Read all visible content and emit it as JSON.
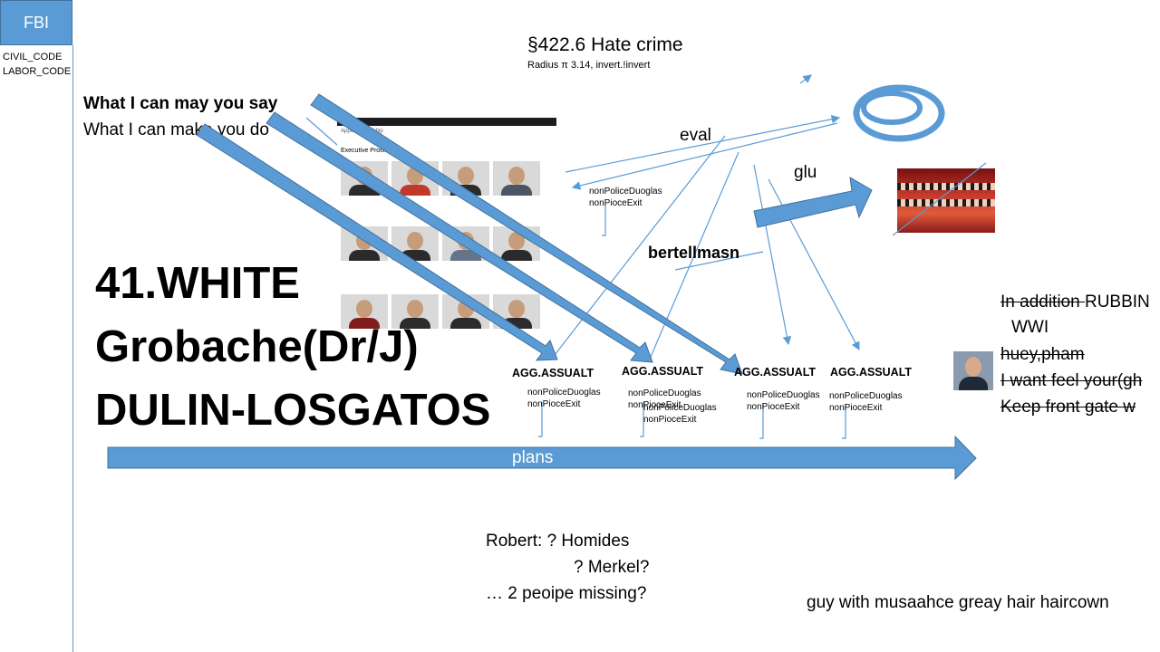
{
  "header": {
    "fbi_label": "FBI",
    "codes": [
      "CIVIL_CODE",
      "LABOR_CODE"
    ]
  },
  "title": {
    "main": "§422.6 Hate crime",
    "sub": "Radius π 3.14, invert.!invert"
  },
  "quote": {
    "line1": "What I can may you say",
    "line2": "What I can make you do"
  },
  "photo_panel": {
    "heading": "Apple Leadership",
    "section": "Executive Profiles"
  },
  "labels": {
    "eval": "eval",
    "glu": "glu",
    "bertellmasn": "bertellmasn",
    "plans": "plans"
  },
  "big_text": [
    "41.WHITE",
    "Grobache(Dr/J)",
    "DULIN-LOSGATOS"
  ],
  "agg_nodes": [
    {
      "label": "AGG.ASSUALT",
      "notes": [
        "nonPoliceDuoglas",
        "nonPioceExit"
      ]
    },
    {
      "label": "AGG.ASSUALT",
      "notes": [
        "nonPoliceDuoglas",
        "nonPioceExit",
        "nonPoliceDuoglas",
        "nonPioceExit"
      ]
    },
    {
      "label": "AGG.ASSUALT",
      "notes": [
        "nonPoliceDuoglas",
        "nonPioceExit"
      ]
    },
    {
      "label": "AGG.ASSUALT",
      "notes": [
        "nonPoliceDuoglas",
        "nonPioceExit"
      ]
    }
  ],
  "center_notes": [
    "nonPoliceDuoglas",
    "nonPioceExit"
  ],
  "right_list": {
    "line1_strike": "In addition ",
    "line1_rest": "RUBBIN",
    "line2": "WWI",
    "line3": "huey,pham",
    "line4": "I want feel your(gh",
    "line5": "Keep front gate w"
  },
  "robert": {
    "line1": "Robert: ? Homides",
    "line2": "? Merkel?",
    "line3": "… 2 peoipe missing?"
  },
  "bottom_caption": "guy with musaahce greay hair haircown",
  "colors": {
    "accent": "#5b9bd5",
    "accent_dark": "#41719c"
  }
}
